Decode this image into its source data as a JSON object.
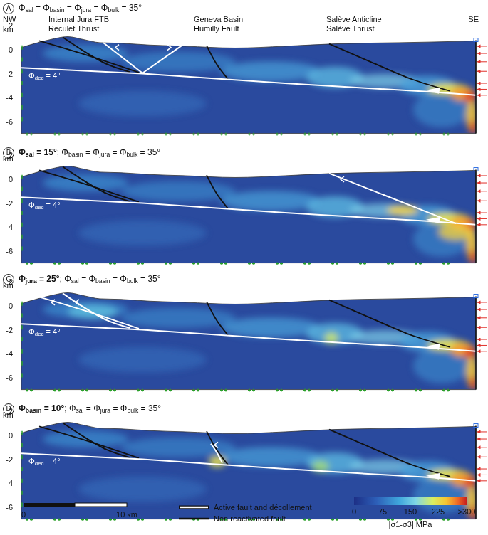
{
  "diagram": {
    "labels": [
      "A",
      "Φsal = Φbasin = Φjura = Φbulk = 35°",
      "NW",
      "Internal Jura FTB",
      "Reculet Thrust",
      "Geneva Basin",
      "Humilly Fault",
      "Salève Anticline",
      "Salève Thrust",
      "SE",
      "km",
      "2",
      "0",
      "-2",
      "-4",
      "-6",
      "Φdec = 4°",
      "B",
      "Φsal = 15°; Φbasin = Φjura = Φbulk = 35°",
      "km",
      "2",
      "0",
      "-2",
      "-4",
      "-6",
      "Φdec = 4°",
      "C",
      "Φjura = 25°; Φsal = Φbasin = Φbulk = 35°",
      "km",
      "2",
      "0",
      "-2",
      "-4",
      "-6",
      "Φdec = 4°",
      "D",
      "Φbasin = 10°; Φsal = Φjura = Φbulk = 35°",
      "km",
      "2",
      "0",
      "-2",
      "-4",
      "-6",
      "Φdec = 4°",
      "0",
      "10 km",
      "0",
      "75",
      "150",
      "225",
      ">300",
      "|σ1-σ3| MPa"
    ],
    "legend": [
      {
        "text": "Active fault and décollement"
      },
      {
        "text": "Non reactivated fault"
      }
    ]
  }
}
